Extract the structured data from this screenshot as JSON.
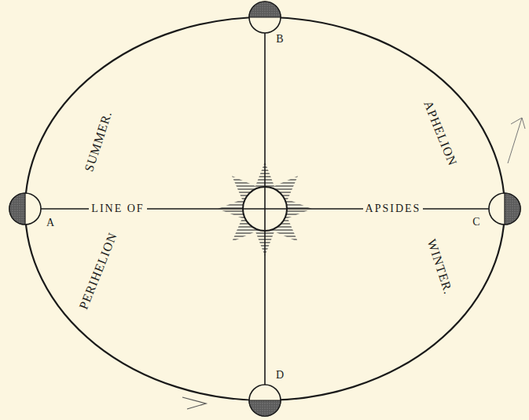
{
  "diagram": {
    "labels": [
      "B",
      "A",
      "C",
      "D",
      "PERIHELION",
      "SUMMER.",
      "LINE OF",
      "APSIDES",
      "APHELION",
      "WINTER."
    ]
  }
}
